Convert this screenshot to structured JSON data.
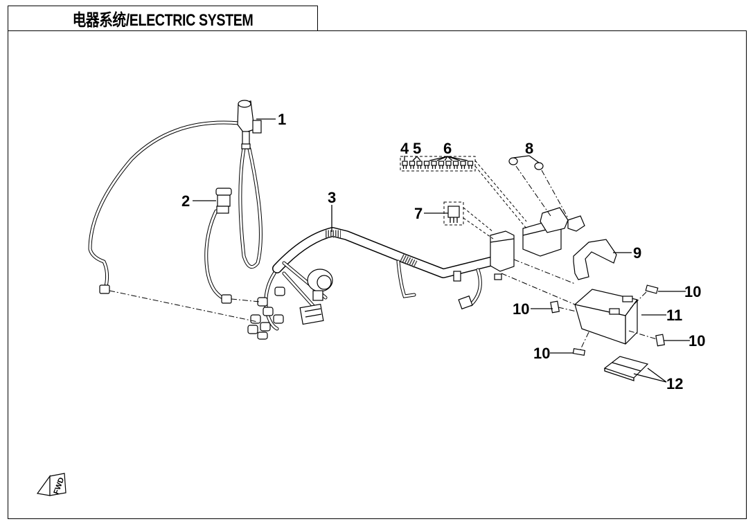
{
  "header": {
    "title": "电器系统/ELECTRIC SYSTEM"
  },
  "diagram": {
    "type": "exploded parts diagram",
    "callouts": [
      {
        "id": "callout-1",
        "label": "1",
        "part": "ignition-switch"
      },
      {
        "id": "callout-2",
        "label": "2",
        "part": "power-socket"
      },
      {
        "id": "callout-3",
        "label": "3",
        "part": "main-wiring-harness"
      },
      {
        "id": "callout-4",
        "label": "4",
        "part": "fuse"
      },
      {
        "id": "callout-5",
        "label": "5",
        "part": "fuse"
      },
      {
        "id": "callout-6",
        "label": "6",
        "part": "fuse"
      },
      {
        "id": "callout-7",
        "label": "7",
        "part": "relay"
      },
      {
        "id": "callout-8",
        "label": "8",
        "part": "bolt"
      },
      {
        "id": "callout-9",
        "label": "9",
        "part": "battery-strap"
      },
      {
        "id": "callout-10a",
        "label": "10",
        "part": "battery-pad"
      },
      {
        "id": "callout-10b",
        "label": "10",
        "part": "battery-pad"
      },
      {
        "id": "callout-10c",
        "label": "10",
        "part": "battery-pad"
      },
      {
        "id": "callout-10d",
        "label": "10",
        "part": "battery-pad"
      },
      {
        "id": "callout-11",
        "label": "11",
        "part": "battery"
      },
      {
        "id": "callout-12",
        "label": "12",
        "part": "battery-cushion"
      }
    ],
    "direction_marker": {
      "label": "FWD",
      "icon": "fwd-arrow-icon"
    }
  }
}
